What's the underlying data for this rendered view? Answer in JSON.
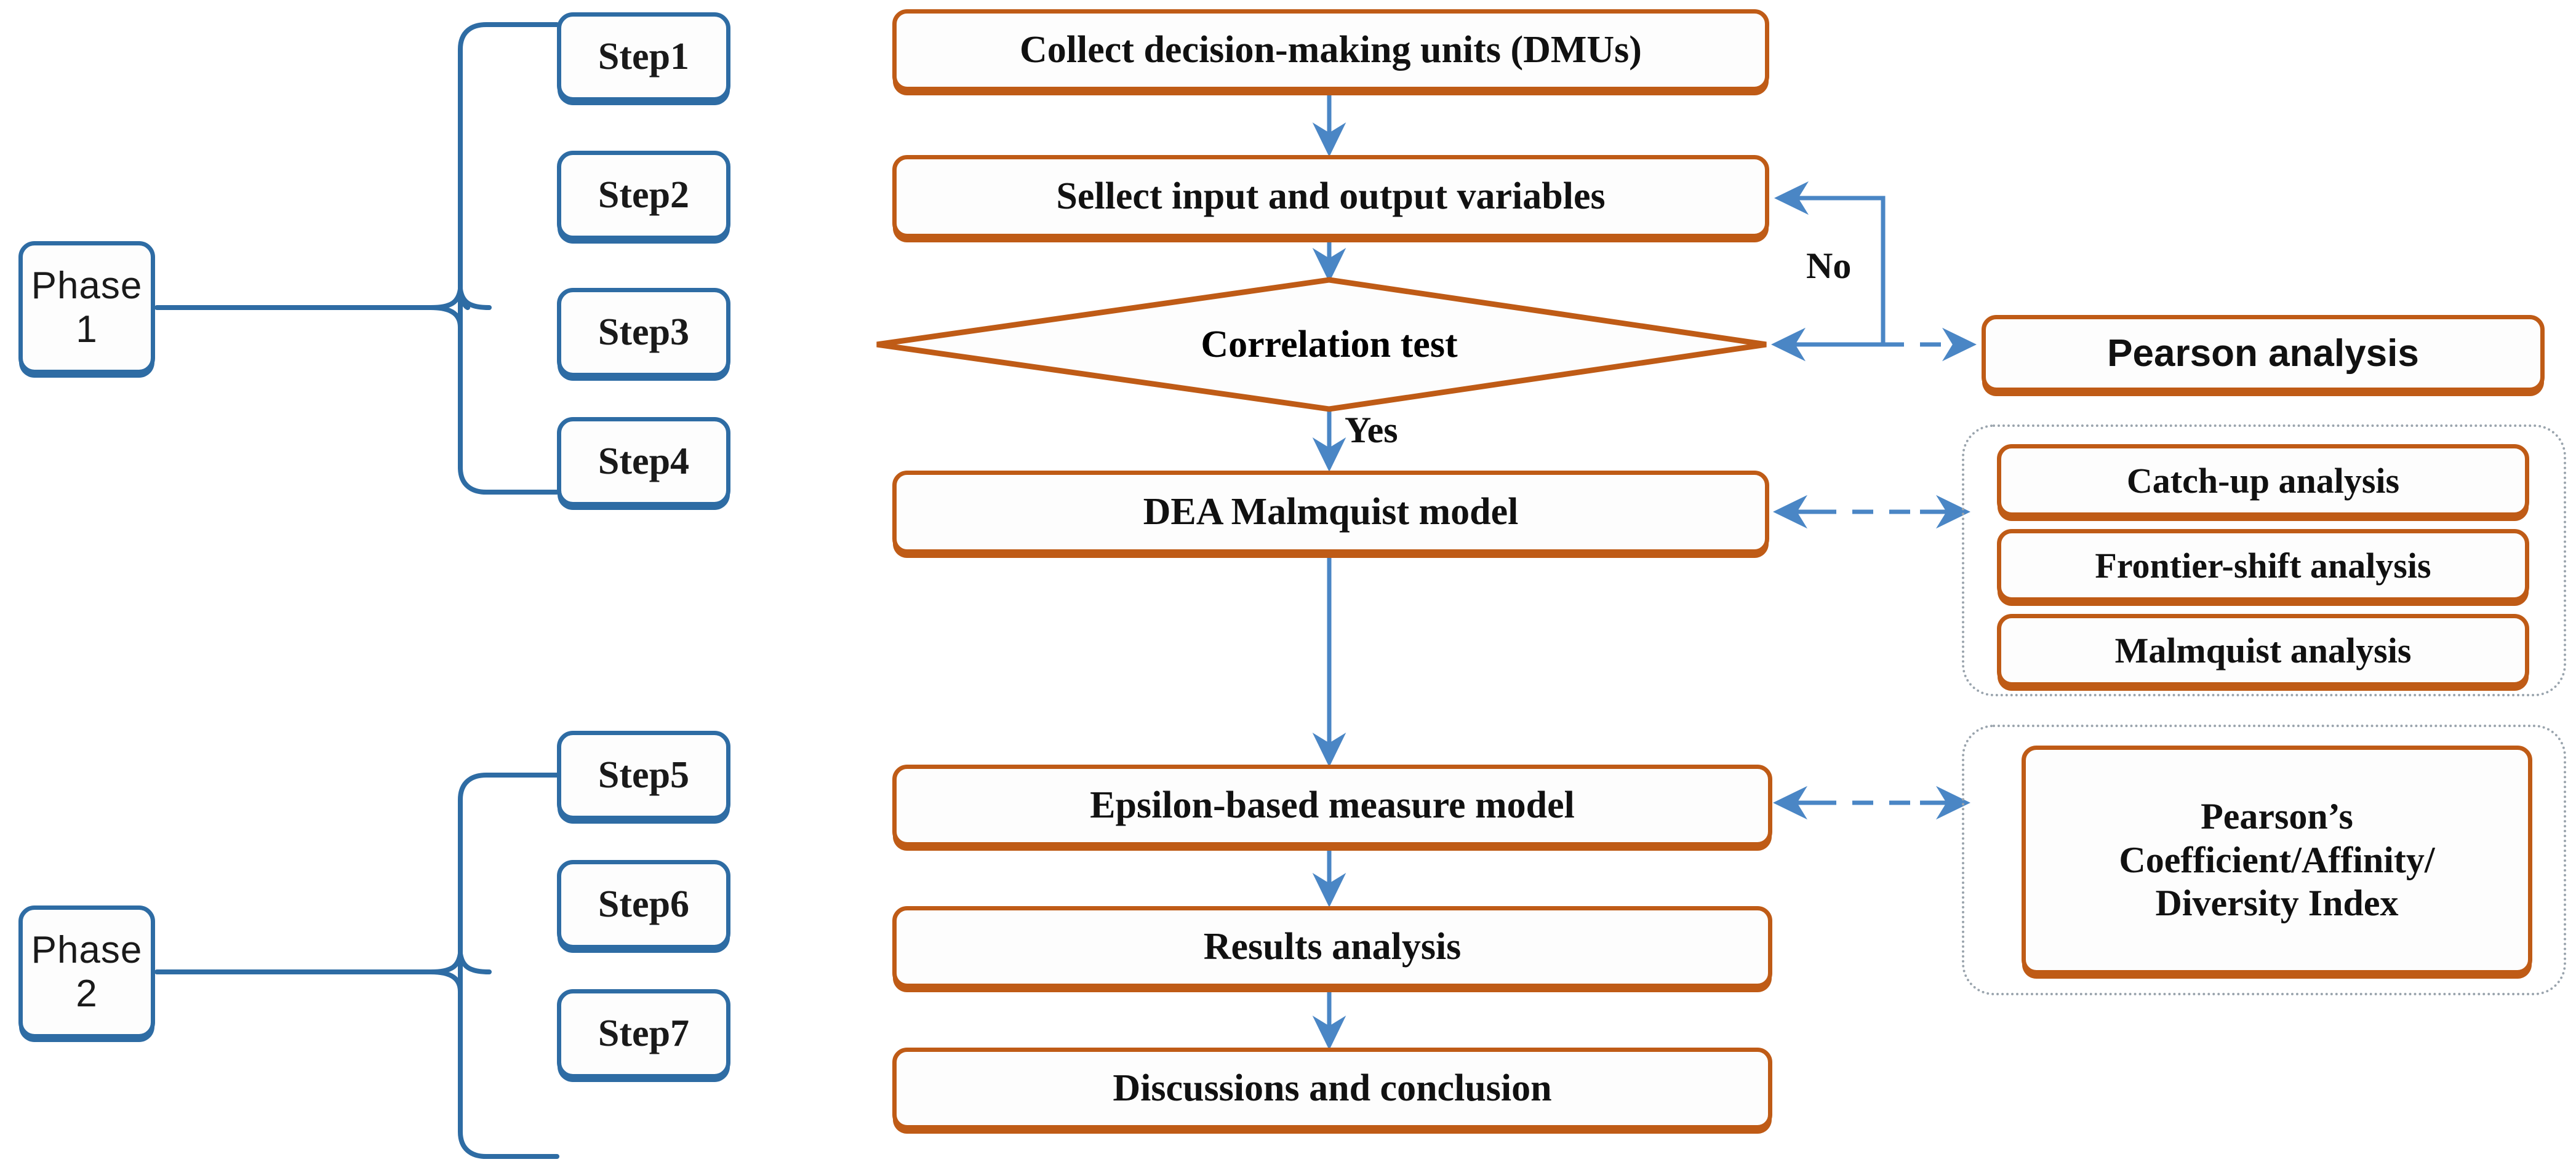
{
  "diagram": {
    "title": "Research framework flowchart",
    "colors": {
      "blue_stroke": "#2e6ca4",
      "orange_stroke": "#bf5b16",
      "arrow_blue": "#4a86c5",
      "dotted_gray": "#9aa4ad",
      "text": "#111111",
      "background": "#ffffff"
    },
    "phases": [
      {
        "id": "phase1",
        "label": "Phase 1"
      },
      {
        "id": "phase2",
        "label": "Phase 2"
      }
    ],
    "steps": [
      {
        "id": "step1",
        "label": "Step1"
      },
      {
        "id": "step2",
        "label": "Step2"
      },
      {
        "id": "step3",
        "label": "Step3"
      },
      {
        "id": "step4",
        "label": "Step4"
      },
      {
        "id": "step5",
        "label": "Step5"
      },
      {
        "id": "step6",
        "label": "Step6"
      },
      {
        "id": "step7",
        "label": "Step7"
      }
    ],
    "process_nodes": [
      {
        "id": "collect",
        "label": "Collect decision-making units (DMUs)"
      },
      {
        "id": "select",
        "label": "Sellect input and output variables"
      },
      {
        "id": "correlation",
        "label": "Correlation test",
        "shape": "diamond"
      },
      {
        "id": "dea",
        "label": "DEA Malmquist model"
      },
      {
        "id": "epsilon",
        "label": "Epsilon-based measure model"
      },
      {
        "id": "results",
        "label": "Results analysis"
      },
      {
        "id": "discussion",
        "label": "Discussions and conclusion"
      }
    ],
    "side_nodes": [
      {
        "id": "pearson",
        "label": "Pearson analysis"
      },
      {
        "id": "catchup",
        "label": "Catch-up analysis"
      },
      {
        "id": "frontier",
        "label": "Frontier-shift analysis"
      },
      {
        "id": "malmquist",
        "label": "Malmquist analysis"
      }
    ],
    "pearson_index_box": {
      "id": "pearson-index",
      "line1": "Pearson’s",
      "line2": "Coefficient/Affinity/",
      "line3": "Diversity Index"
    },
    "edge_labels": [
      {
        "id": "yes-label",
        "label": "Yes"
      },
      {
        "id": "no-label",
        "label": "No"
      }
    ]
  }
}
